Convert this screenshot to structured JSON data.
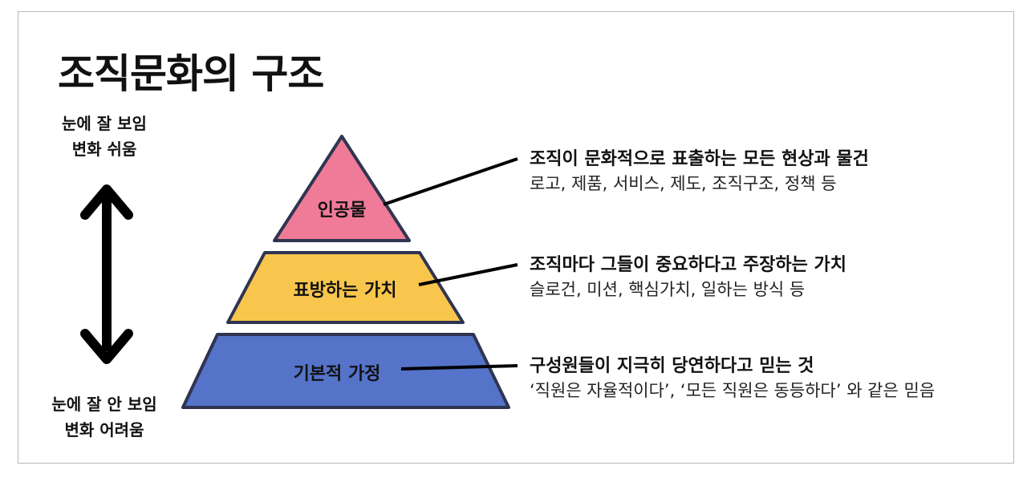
{
  "title": "조직문화의 구조",
  "axis": {
    "top": [
      "눈에 잘 보임",
      "변화 쉬움"
    ],
    "bottom": [
      "눈에 잘 안 보임",
      "변화 어려움"
    ]
  },
  "levels": [
    {
      "label": "인공물",
      "color": "#f07b98",
      "heading": "조직이 문화적으로 표출하는 모든 현상과 물건",
      "detail": "로고, 제품, 서비스, 제도, 조직구조, 정책 등"
    },
    {
      "label": "표방하는 가치",
      "color": "#f9c64d",
      "heading": "조직마다 그들이 중요하다고 주장하는 가치",
      "detail": "슬로건, 미션, 핵심가치, 일하는 방식 등"
    },
    {
      "label": "기본적 가정",
      "color": "#5473c9",
      "heading": "구성원들이 지극히 당연하다고 믿는 것",
      "detail": "‘직원은 자율적이다’, ‘모든 직원은 동등하다’ 와 같은 믿음"
    }
  ]
}
